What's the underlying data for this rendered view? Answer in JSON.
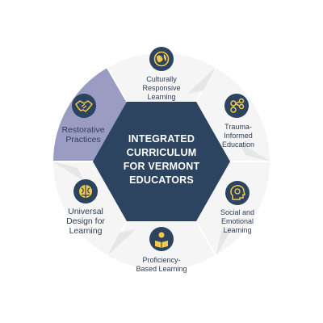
{
  "center": {
    "title": "INTEGRATED\nCURRICULUM\nFOR VERMONT\nEDUCATORS"
  },
  "segments": [
    {
      "label": "Culturally\nResponsive\nLearning",
      "icon": "globe-icon",
      "highlighted": false
    },
    {
      "label": "Trauma-\nInformed\nEducation",
      "icon": "network-icon",
      "highlighted": false
    },
    {
      "label": "Social and\nEmotional\nLearning",
      "icon": "head-icon",
      "highlighted": false
    },
    {
      "label": "Proficiency-\nBased Learning",
      "icon": "reader-icon",
      "highlighted": false
    },
    {
      "label": "Universal\nDesign for\nLearning",
      "icon": "brain-icon",
      "highlighted": false
    },
    {
      "label": "Restorative\nPractices",
      "icon": "handshake-icon",
      "highlighted": true
    }
  ],
  "colors": {
    "navy": "#2c4460",
    "gold": "#f2c94c",
    "segment_fill": "#f5f5f5",
    "segment_edge": "#dedede",
    "highlight_fill": "#9b9cc4",
    "text": "#2f3f55"
  }
}
